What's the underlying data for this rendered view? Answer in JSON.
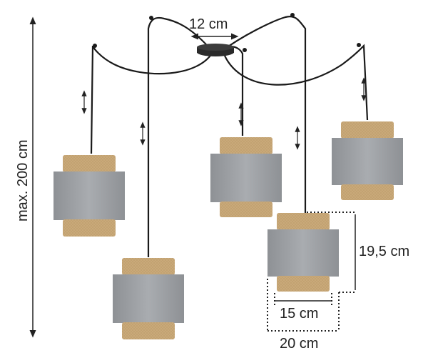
{
  "dimensions": {
    "canopy_width": "12 cm",
    "max_height": "max. 200 cm",
    "shade_height": "19,5 cm",
    "shade_inner_width": "15 cm",
    "shade_outer_width": "20 cm"
  },
  "colors": {
    "cable": "#1a1a1a",
    "canopy": "#2a2a2a",
    "grey_shade": "#9a9da1",
    "grey_shade_light": "#b3b6ba",
    "jute": "#c9a97a",
    "jute_dark": "#b48f5c",
    "dimension_line": "#222222"
  }
}
